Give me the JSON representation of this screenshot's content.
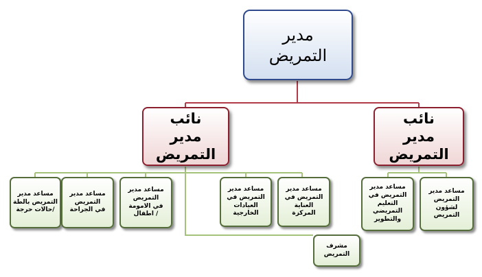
{
  "nodes": {
    "director": "مدير التمريض",
    "deputy_left": "نائب مدير التمريض",
    "deputy_right": "نائب مدير التمريض",
    "assistant_emergency": "مساعد مدير التمريض بالطة /حالات حرجة",
    "assistant_surgery": "مساعد مدير التمريض في الجراحة",
    "assistant_maternity": "مساعد مدير التمريض في الامومة / اطفال",
    "assistant_outpatient": "مساعد مدير التمريض في العيادات الخارجية",
    "assistant_icu": "مساعد مدير التمريض في العناية المركزة",
    "assistant_education": "مساعد مدير التمريض في التعليم التمريضي والتطوير",
    "assistant_affairs": "مساعد مدير التمريض لشؤون التمريض",
    "supervisor": "مشرف التمريض"
  }
}
